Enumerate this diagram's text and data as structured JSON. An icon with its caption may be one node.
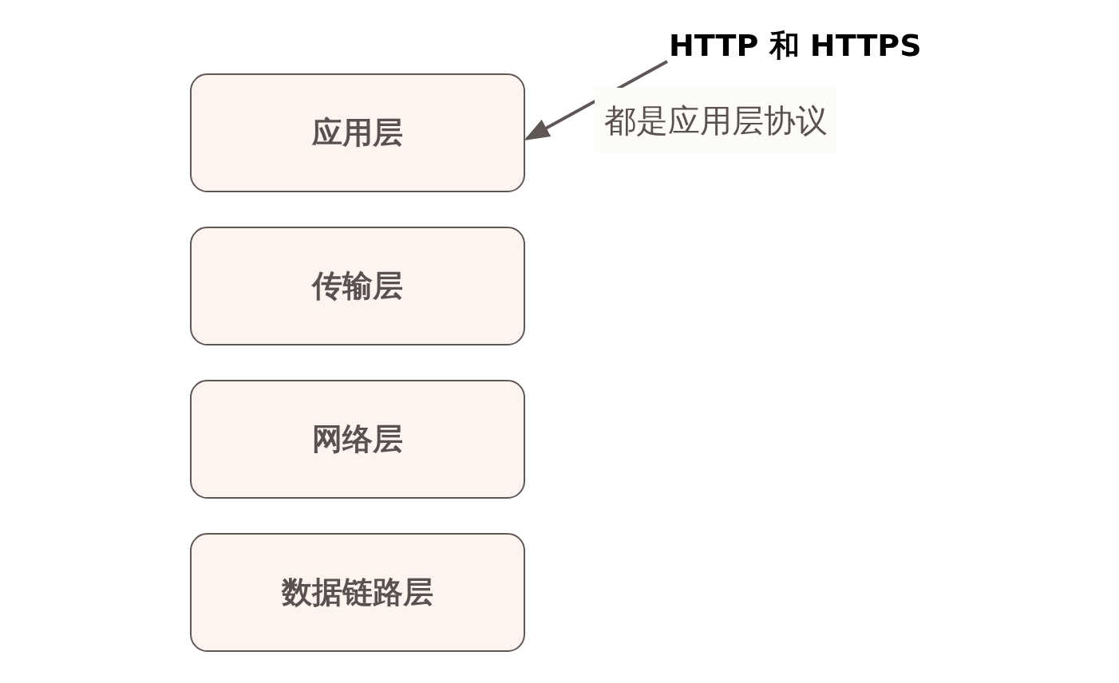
{
  "diagram": {
    "nodes": [
      {
        "text": [
          "应用层"
        ]
      },
      {
        "text": [
          "传输层"
        ]
      },
      {
        "text": [
          "网络层"
        ]
      },
      {
        "text": [
          "数据链路层"
        ]
      },
      {
        "text": [
          "HTTP 和 HTTPS"
        ]
      }
    ],
    "edges": [
      {
        "from": 4,
        "to": 0,
        "arrow": "to"
      }
    ],
    "labels": [
      "都是应用层协议"
    ]
  }
}
